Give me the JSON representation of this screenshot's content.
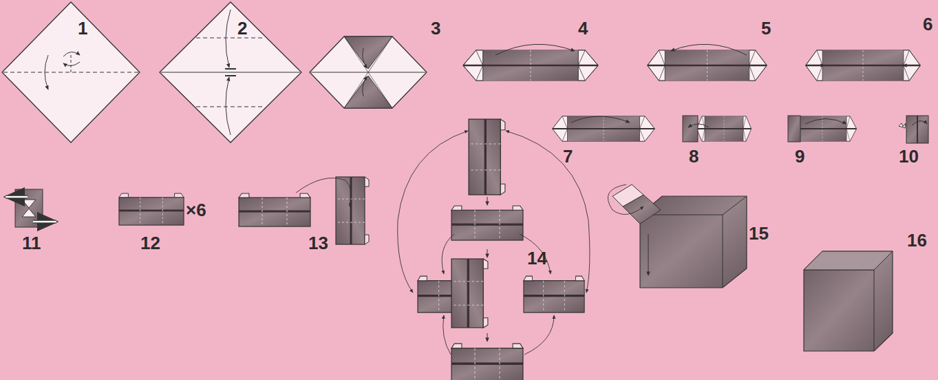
{
  "diagram": {
    "labels": [
      "1",
      "2",
      "3",
      "4",
      "5",
      "6",
      "7",
      "8",
      "9",
      "10",
      "11",
      "12",
      "×6",
      "13",
      "14",
      "15",
      "16"
    ]
  }
}
